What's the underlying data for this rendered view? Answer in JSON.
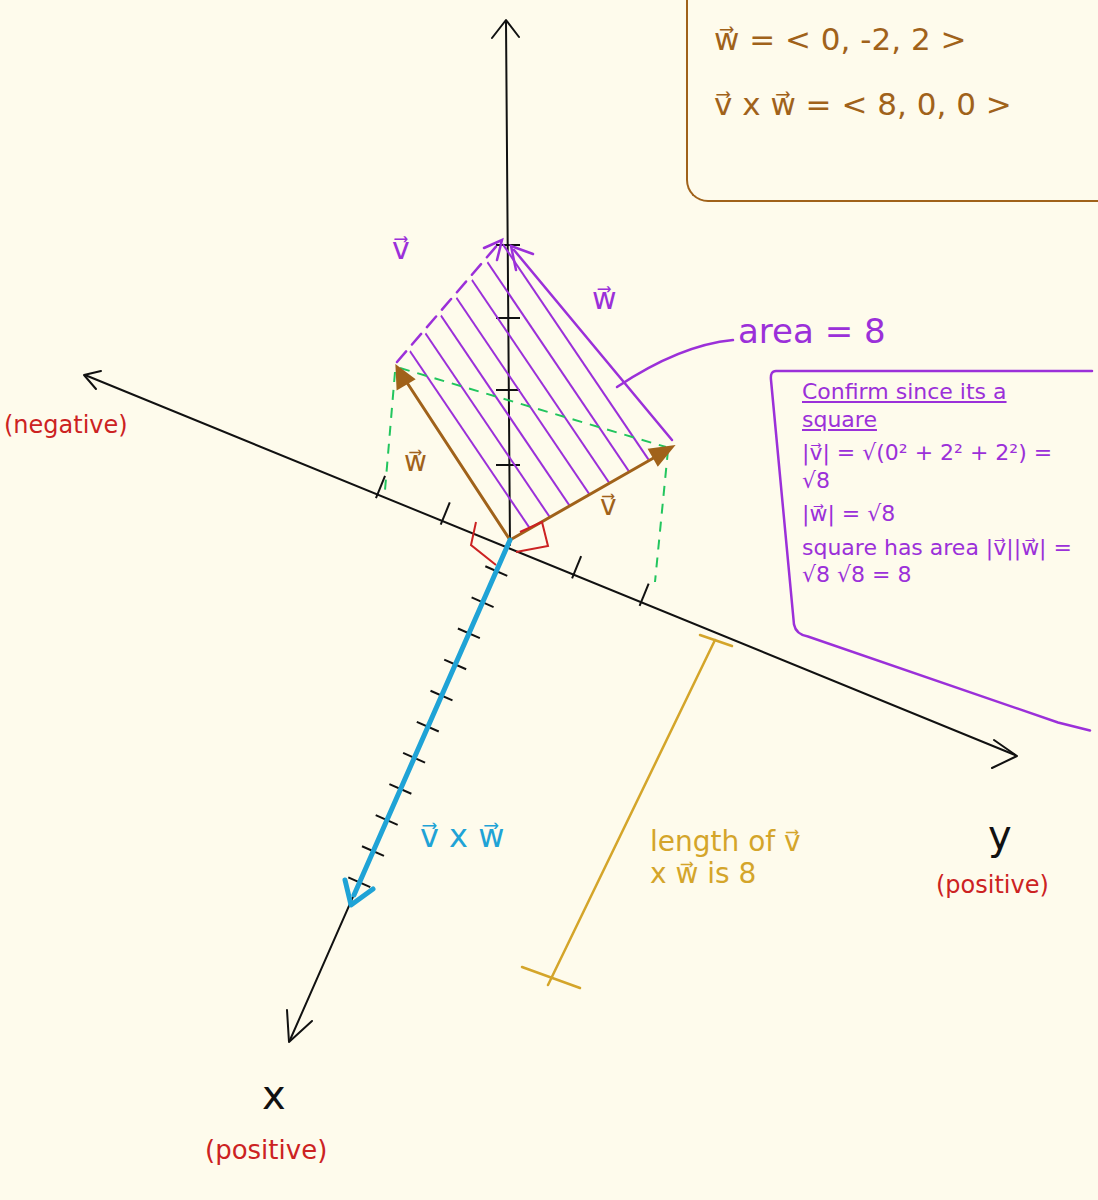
{
  "diagram": {
    "nodes": [
      {
        "text": [
          "w⃗ = < 0, -2, 2 >",
          "v⃗ x w⃗ = < 8, 0, 0 >"
        ]
      },
      {
        "text": [
          "Confirm since its a square",
          "|v⃗| = √(0² + 2² + 2²) = √8",
          "|w⃗| = √8",
          "square has area |v⃗||w⃗| = √8 √8 = 8"
        ]
      }
    ],
    "labels": [
      "v⃗",
      "w⃗",
      "area = 8",
      "(negative)",
      "w⃗",
      "v⃗",
      "v⃗ x w⃗",
      "length of v⃗ x w⃗ is 8",
      "y",
      "(positive)",
      "x",
      "(positive)"
    ]
  }
}
